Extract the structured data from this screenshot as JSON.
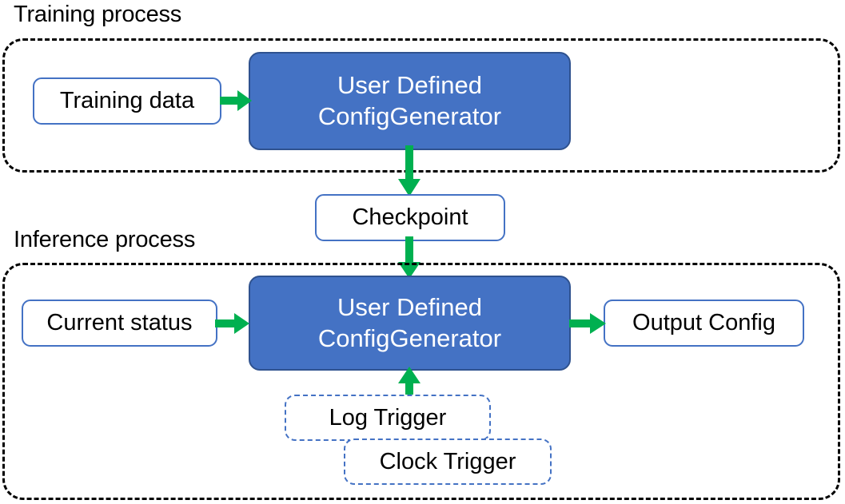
{
  "diagram": {
    "title_training": "Training process",
    "title_inference": "Inference process",
    "colors": {
      "process_fill": "#4472C4",
      "process_border": "#2F528F",
      "node_border": "#4472C4",
      "arrow": "#00B050",
      "group_border": "#000000",
      "text_dark": "#000000",
      "text_light": "#FFFFFF",
      "background": "#FFFFFF"
    },
    "training": {
      "group_label": "Training process",
      "nodes": {
        "training_data": "Training data",
        "generator_line1": "User Defined",
        "generator_line2": "ConfigGenerator"
      }
    },
    "bridge": {
      "checkpoint": "Checkpoint"
    },
    "inference": {
      "group_label": "Inference process",
      "nodes": {
        "current_status": "Current status",
        "generator_line1": "User Defined",
        "generator_line2": "ConfigGenerator",
        "output_config": "Output Config",
        "log_trigger": "Log Trigger",
        "clock_trigger": "Clock Trigger"
      }
    },
    "edges": [
      {
        "from": "Training data",
        "to": "User Defined ConfigGenerator",
        "direction": "right"
      },
      {
        "from": "User Defined ConfigGenerator",
        "to": "Checkpoint",
        "direction": "down"
      },
      {
        "from": "Checkpoint",
        "to": "User Defined ConfigGenerator",
        "direction": "down"
      },
      {
        "from": "Current status",
        "to": "User Defined ConfigGenerator",
        "direction": "right"
      },
      {
        "from": "User Defined ConfigGenerator",
        "to": "Output Config",
        "direction": "right"
      },
      {
        "from": "Log Trigger",
        "to": "User Defined ConfigGenerator",
        "direction": "up"
      }
    ]
  }
}
